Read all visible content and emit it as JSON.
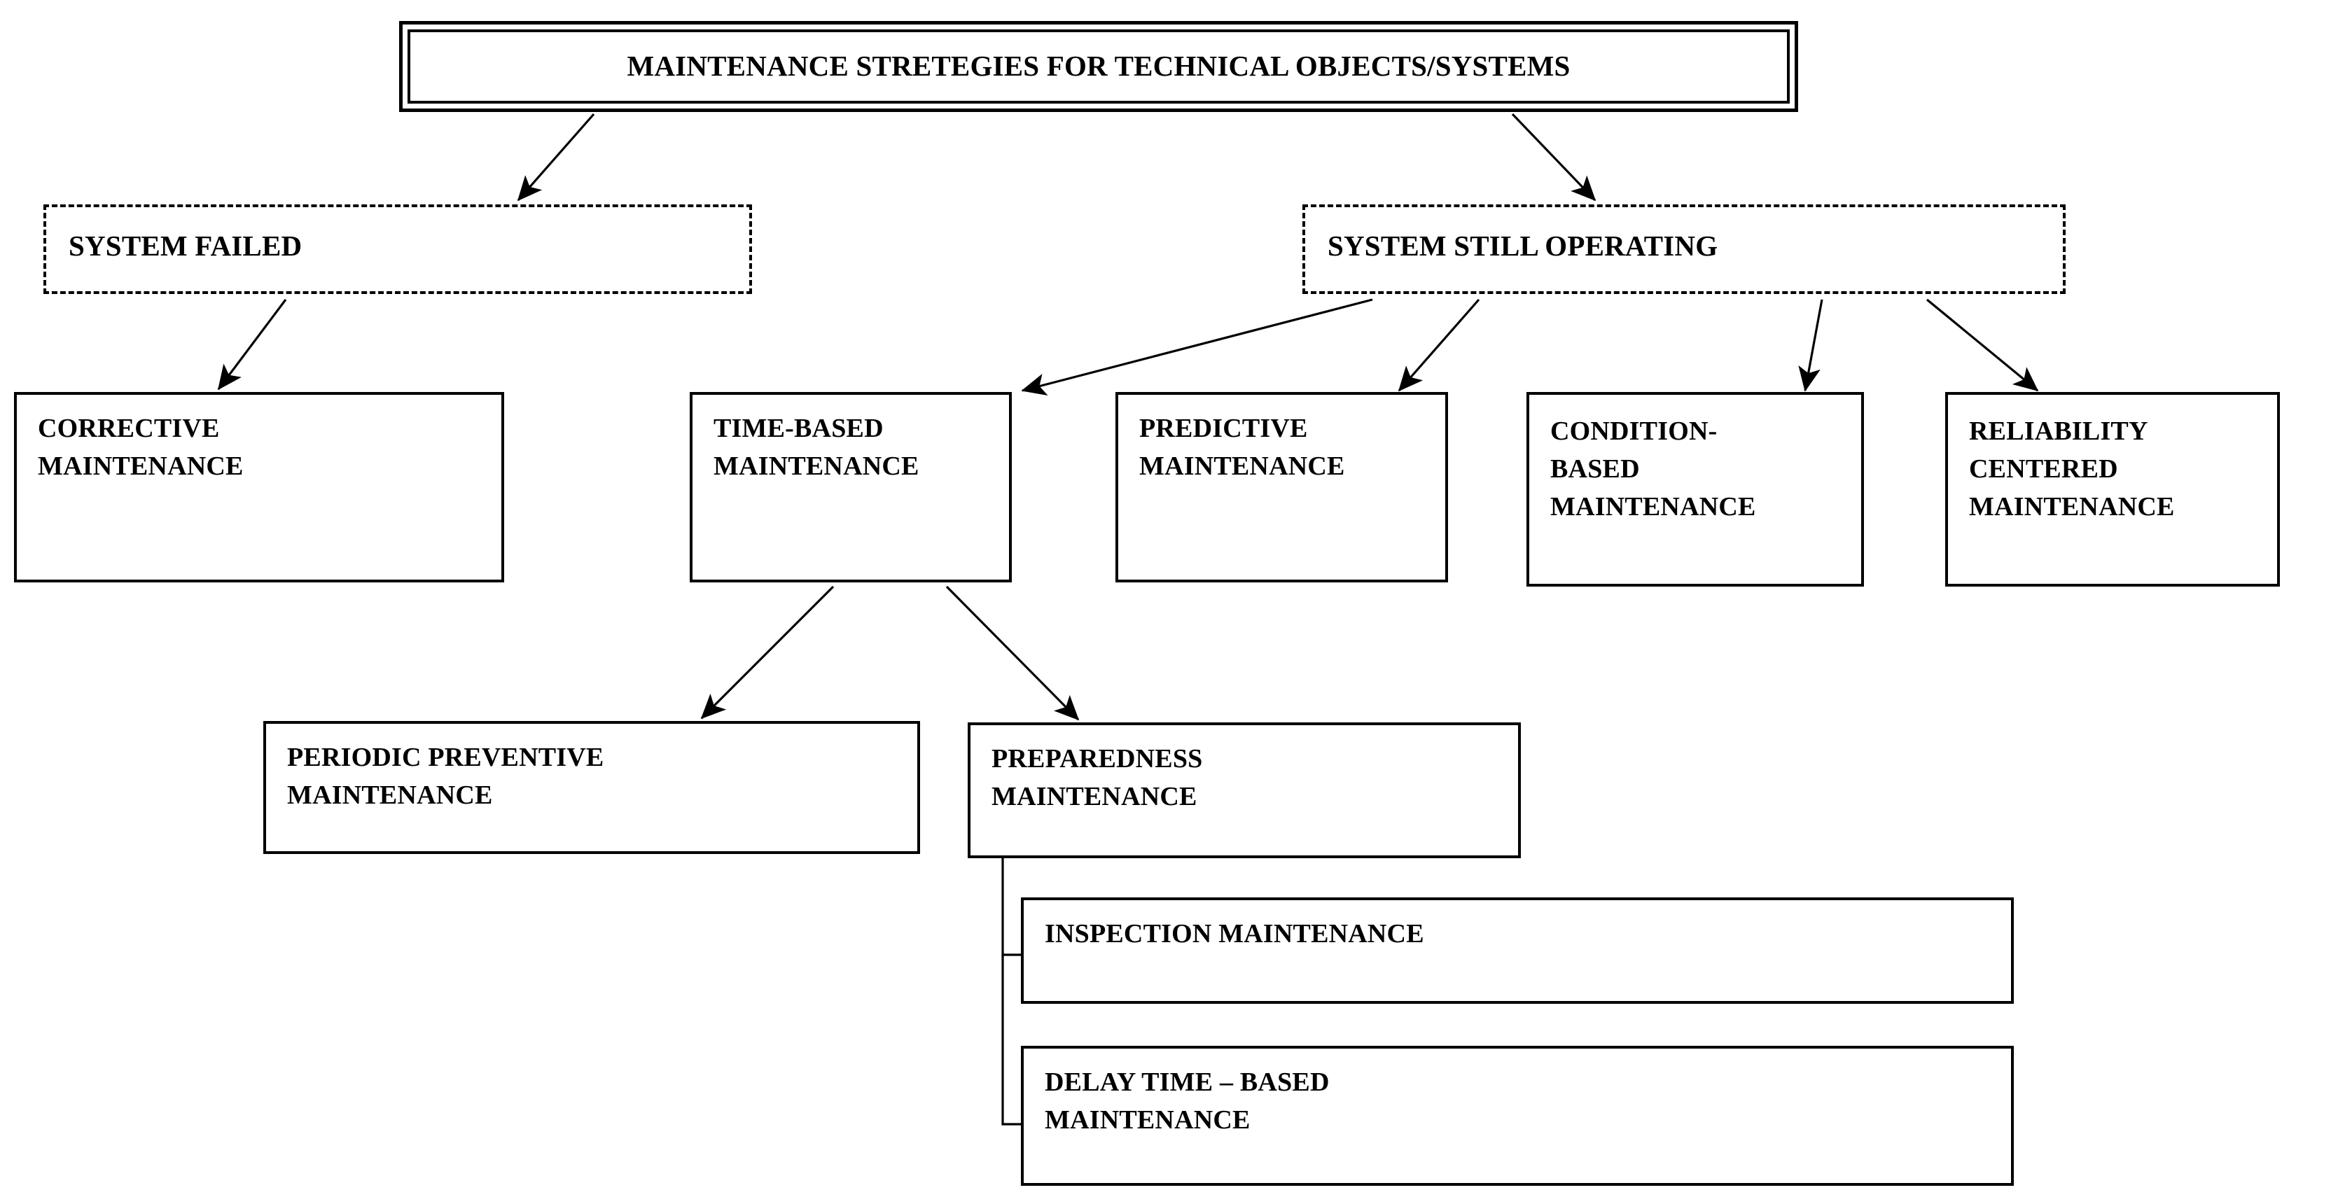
{
  "diagram": {
    "type": "hierarchy-tree",
    "title": "MAINTENANCE STRETEGIES FOR TECHNICAL OBJECTS/SYSTEMS",
    "colors": {
      "line": "#000000",
      "box_fill": "#ffffff",
      "text": "#000000"
    },
    "nodes": {
      "root": {
        "label": "MAINTENANCE STRETEGIES FOR TECHNICAL OBJECTS/SYSTEMS",
        "style": "double-solid",
        "level": 0
      },
      "system_failed": {
        "label": "SYSTEM FAILED",
        "style": "dashed",
        "level": 1
      },
      "system_operating": {
        "label": "SYSTEM STILL OPERATING",
        "style": "dashed",
        "level": 1
      },
      "corrective": {
        "label": "CORRECTIVE\nMAINTENANCE",
        "style": "solid",
        "level": 2
      },
      "time_based": {
        "label": "TIME-BASED\nMAINTENANCE",
        "style": "solid",
        "level": 2
      },
      "predictive": {
        "label": "PREDICTIVE\nMAINTENANCE",
        "style": "solid",
        "level": 2
      },
      "condition_based": {
        "label": "CONDITION-\nBASED\nMAINTENANCE",
        "style": "solid",
        "level": 2
      },
      "reliability_centered": {
        "label": "RELIABILITY\nCENTERED\nMAINTENANCE",
        "style": "solid",
        "level": 2
      },
      "periodic_preventive": {
        "label": "PERIODIC PREVENTIVE\nMAINTENANCE",
        "style": "solid",
        "level": 3
      },
      "preparedness": {
        "label": "PREPAREDNESS\nMAINTENANCE",
        "style": "solid",
        "level": 3
      },
      "inspection": {
        "label": "INSPECTION MAINTENANCE",
        "style": "solid",
        "level": 4
      },
      "delay_time_based": {
        "label": "DELAY TIME – BASED\nMAINTENANCE",
        "style": "solid",
        "level": 4
      }
    },
    "edges": [
      {
        "from": "root",
        "to": "system_failed",
        "style": "arrow"
      },
      {
        "from": "root",
        "to": "system_operating",
        "style": "arrow"
      },
      {
        "from": "system_failed",
        "to": "corrective",
        "style": "arrow"
      },
      {
        "from": "system_operating",
        "to": "time_based",
        "style": "arrow"
      },
      {
        "from": "system_operating",
        "to": "predictive",
        "style": "arrow"
      },
      {
        "from": "system_operating",
        "to": "condition_based",
        "style": "arrow"
      },
      {
        "from": "system_operating",
        "to": "reliability_centered",
        "style": "arrow"
      },
      {
        "from": "time_based",
        "to": "periodic_preventive",
        "style": "arrow"
      },
      {
        "from": "time_based",
        "to": "preparedness",
        "style": "arrow"
      },
      {
        "from": "preparedness",
        "to": "inspection",
        "style": "elbow"
      },
      {
        "from": "preparedness",
        "to": "delay_time_based",
        "style": "elbow"
      }
    ]
  }
}
